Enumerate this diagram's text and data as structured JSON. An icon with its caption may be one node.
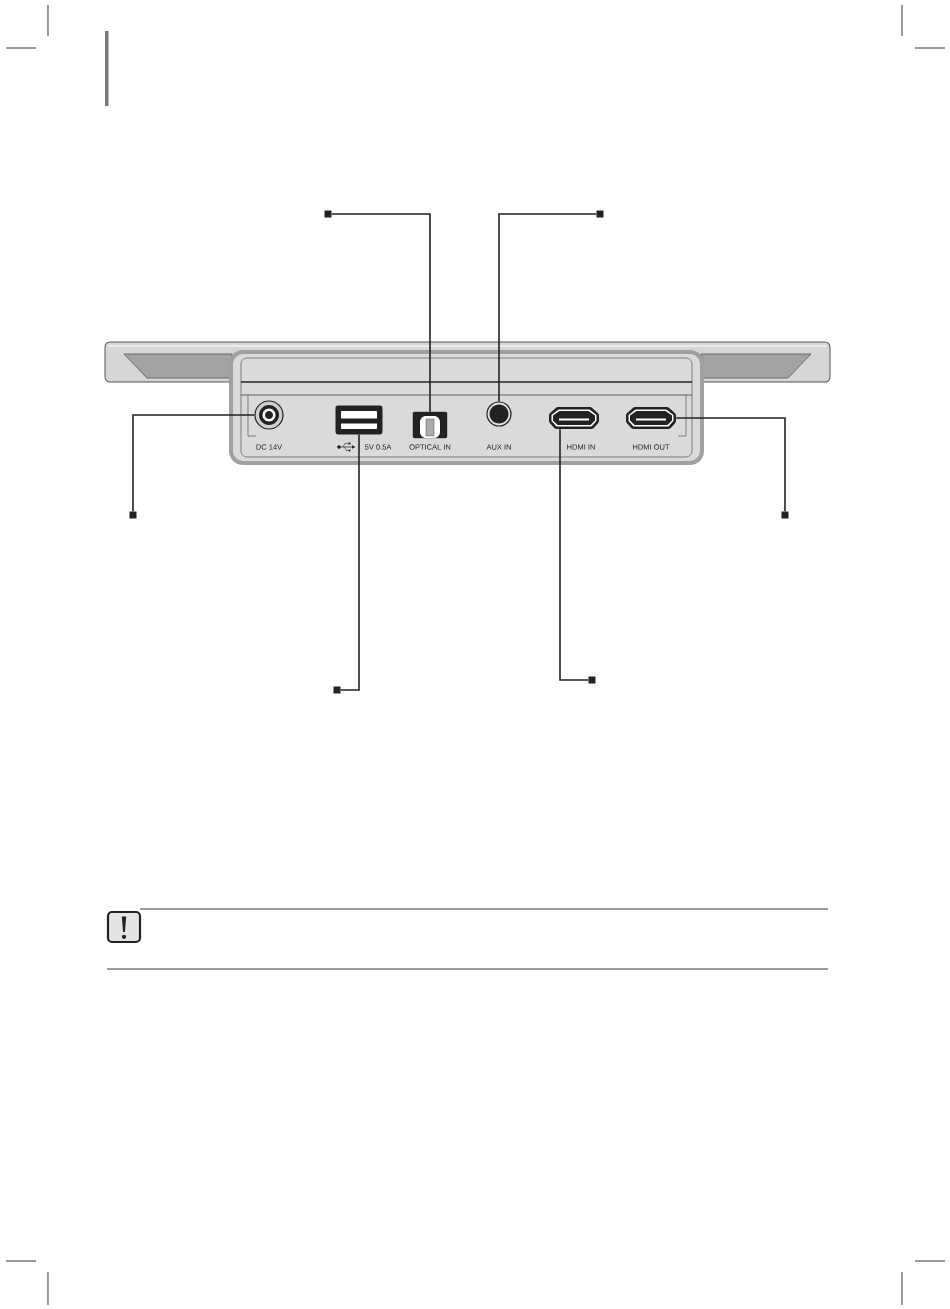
{
  "diagram": {
    "nodes": [
      {
        "text": [],
        "shape": "box"
      },
      {
        "text": [],
        "shape": "box"
      },
      {
        "text": [],
        "shape": "circle",
        "beside": [
          "DC 14V"
        ]
      },
      {
        "text": [],
        "shape": "box",
        "beside": [
          "5V 0.5A"
        ]
      },
      {
        "text": [],
        "shape": "box",
        "beside": [
          "OPTICAL IN"
        ]
      },
      {
        "text": [],
        "shape": "circle",
        "beside": [
          "AUX IN"
        ]
      },
      {
        "text": [],
        "shape": "picture",
        "beside": [
          "HDMI IN"
        ]
      },
      {
        "text": [],
        "shape": "picture",
        "beside": [
          "HDMI OUT"
        ]
      },
      {
        "text": [],
        "shape": "box"
      },
      {
        "text": [],
        "shape": "box"
      },
      {
        "text": [],
        "shape": "box"
      },
      {
        "text": [],
        "shape": "box"
      }
    ],
    "edges": [
      {
        "from": 0,
        "to": 4,
        "arrow": "none"
      },
      {
        "from": 1,
        "to": 5,
        "arrow": "none"
      },
      {
        "from": 8,
        "to": 2,
        "arrow": "none"
      },
      {
        "from": 9,
        "to": 7,
        "arrow": "none"
      },
      {
        "from": 10,
        "to": 3,
        "arrow": "none"
      },
      {
        "from": 11,
        "to": 6,
        "arrow": "none"
      }
    ]
  }
}
